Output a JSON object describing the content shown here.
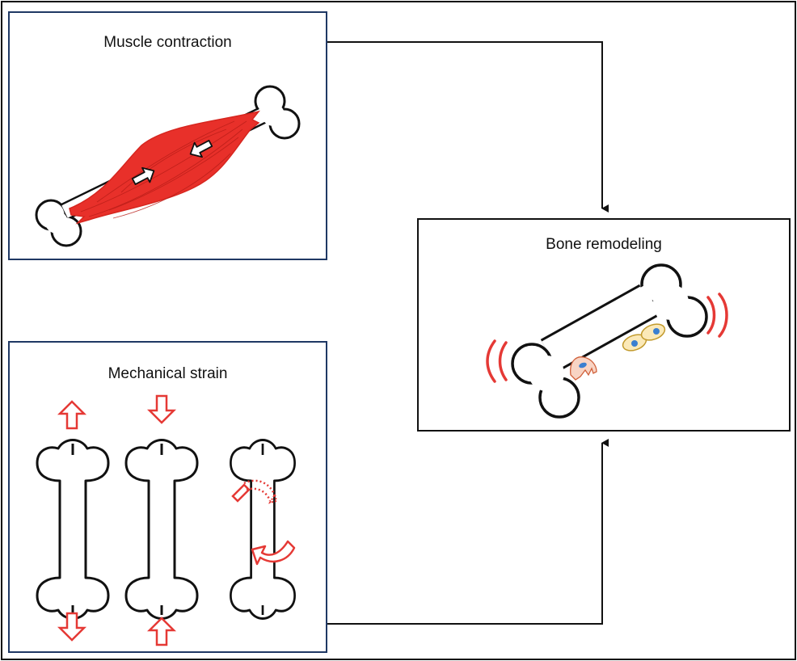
{
  "diagram": {
    "panels": {
      "muscle": {
        "title": "Muscle contraction",
        "icons": [
          "bone-icon",
          "muscle-icon",
          "contraction-arrow-icon"
        ]
      },
      "strain": {
        "title": "Mechanical strain",
        "icons": [
          "tension-bone-icon",
          "compression-bone-icon",
          "torsion-bone-icon"
        ],
        "strain_types": [
          "tension",
          "compression",
          "torsion"
        ]
      },
      "remodeling": {
        "title": "Bone remodeling",
        "icons": [
          "bone-icon",
          "osteoclast-icon",
          "osteoblast-icon",
          "vibration-icon"
        ]
      }
    },
    "connectors": [
      {
        "from": "Muscle contraction",
        "to": "Bone remodeling"
      },
      {
        "from": "Mechanical strain",
        "to": "Bone remodeling"
      }
    ],
    "colors": {
      "muscle_red": "#e8302a",
      "arrow_red": "#e53935",
      "panel_border_blue": "#1f3864",
      "osteoclast_fill": "#f8d4c4",
      "osteoblast_fill": "#fbe9b8",
      "nucleus_blue": "#3a7fd0"
    }
  }
}
